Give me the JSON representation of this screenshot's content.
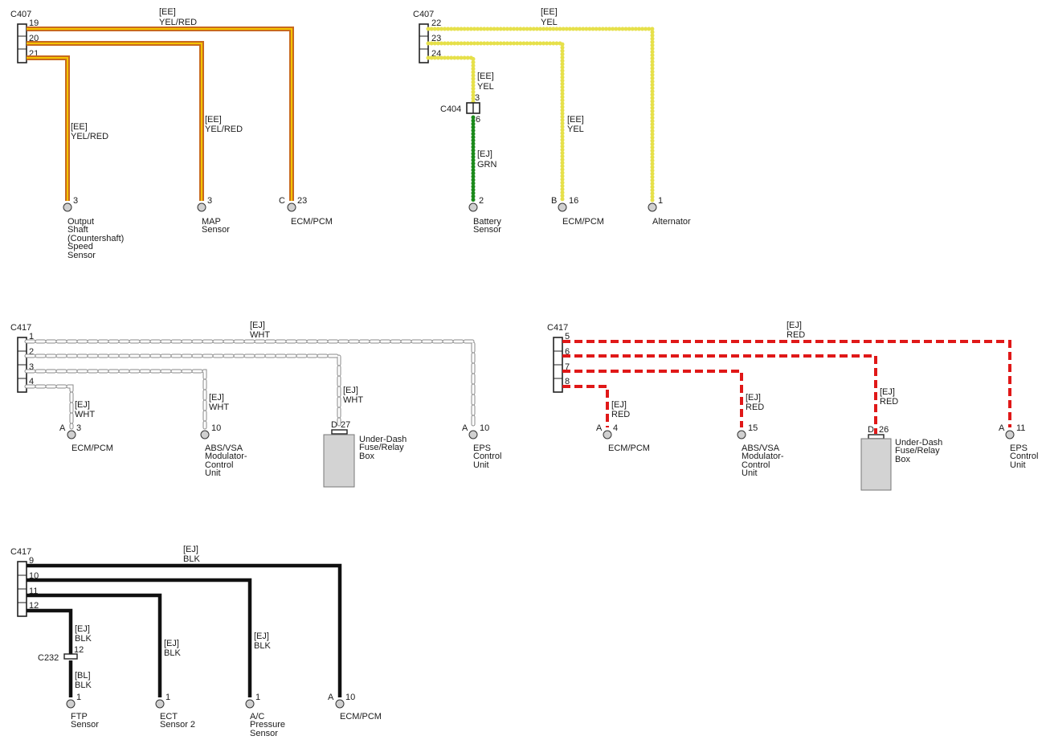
{
  "colors": {
    "yel_red_outer": "#c8691e",
    "yel_red_inner": "#f5c400",
    "yel": "#e6e04a",
    "grn": "#1b8a1b",
    "wht": "#ffffff",
    "red": "#e01818",
    "blk": "#111111"
  },
  "connectors": {
    "c407_a": "C407",
    "c407_b": "C407",
    "c404": "C404",
    "c417_a": "C417",
    "c417_b": "C417",
    "c417_c": "C417",
    "c232": "C232"
  },
  "group_yelred": {
    "bus": {
      "code": "[EE]",
      "color": "YEL/RED"
    },
    "pins": [
      "19",
      "20",
      "21"
    ],
    "drops": [
      {
        "code": "[EE]",
        "color": "YEL/RED",
        "pin_prefix": "",
        "pin": "3",
        "lines": [
          "Output",
          "Shaft",
          "(Countershaft)",
          "Speed",
          "Sensor"
        ]
      },
      {
        "code": "[EE]",
        "color": "YEL/RED",
        "pin_prefix": "",
        "pin": "3",
        "lines": [
          "MAP",
          "Sensor"
        ]
      },
      {
        "code": "",
        "color": "",
        "pin_prefix": "C",
        "pin": "23",
        "lines": [
          "ECM/PCM"
        ]
      }
    ]
  },
  "group_yel": {
    "bus": {
      "code": "[EE]",
      "color": "YEL"
    },
    "pins": [
      "22",
      "23",
      "24"
    ],
    "drops": [
      {
        "code": "[EE]",
        "color": "YEL",
        "pin_prefix": "",
        "pin": "2",
        "lines": [
          "Battery",
          "Sensor"
        ],
        "inline_pin_top": "3",
        "inline_pin_bottom": "6",
        "code2": "[EJ]",
        "color2": "GRN"
      },
      {
        "code": "[EE]",
        "color": "YEL",
        "pin_prefix": "B",
        "pin": "16",
        "lines": [
          "ECM/PCM"
        ]
      },
      {
        "code": "",
        "color": "",
        "pin_prefix": "",
        "pin": "1",
        "lines": [
          "Alternator"
        ]
      }
    ]
  },
  "group_wht": {
    "bus": {
      "code": "[EJ]",
      "color": "WHT"
    },
    "pins": [
      "1",
      "2",
      "3",
      "4"
    ],
    "drops": [
      {
        "code": "[EJ]",
        "color": "WHT",
        "pin_prefix": "A",
        "pin": "3",
        "lines": [
          "ECM/PCM"
        ]
      },
      {
        "code": "[EJ]",
        "color": "WHT",
        "pin_prefix": "",
        "pin": "10",
        "lines": [
          "ABS/VSA",
          "Modulator-",
          "Control",
          "Unit"
        ]
      },
      {
        "code": "[EJ]",
        "color": "WHT",
        "pin_prefix": "D",
        "pin": "27",
        "lines": [
          "Under-Dash",
          "Fuse/Relay",
          "Box"
        ]
      },
      {
        "code": "",
        "color": "",
        "pin_prefix": "A",
        "pin": "10",
        "lines": [
          "EPS",
          "Control",
          "Unit"
        ]
      }
    ]
  },
  "group_red": {
    "bus": {
      "code": "[EJ]",
      "color": "RED"
    },
    "pins": [
      "5",
      "6",
      "7",
      "8"
    ],
    "drops": [
      {
        "code": "[EJ]",
        "color": "RED",
        "pin_prefix": "A",
        "pin": "4",
        "lines": [
          "ECM/PCM"
        ]
      },
      {
        "code": "[EJ]",
        "color": "RED",
        "pin_prefix": "",
        "pin": "15",
        "lines": [
          "ABS/VSA",
          "Modulator-",
          "Control",
          "Unit"
        ]
      },
      {
        "code": "[EJ]",
        "color": "RED",
        "pin_prefix": "D",
        "pin": "26",
        "lines": [
          "Under-Dash",
          "Fuse/Relay",
          "Box"
        ]
      },
      {
        "code": "",
        "color": "",
        "pin_prefix": "A",
        "pin": "11",
        "lines": [
          "EPS",
          "Control",
          "Unit"
        ]
      }
    ]
  },
  "group_blk": {
    "bus": {
      "code": "[EJ]",
      "color": "BLK"
    },
    "pins": [
      "9",
      "10",
      "11",
      "12"
    ],
    "drops": [
      {
        "code": "[EJ]",
        "color": "BLK",
        "pin_prefix": "",
        "pin": "1",
        "lines": [
          "FTP",
          "Sensor"
        ],
        "inline_pin_top": "12",
        "code2": "[BL]",
        "color2": "BLK"
      },
      {
        "code": "[EJ]",
        "color": "BLK",
        "pin_prefix": "",
        "pin": "1",
        "lines": [
          "ECT",
          "Sensor 2"
        ]
      },
      {
        "code": "[EJ]",
        "color": "BLK",
        "pin_prefix": "",
        "pin": "1",
        "lines": [
          "A/C",
          "Pressure",
          "Sensor"
        ]
      },
      {
        "code": "",
        "color": "",
        "pin_prefix": "A",
        "pin": "10",
        "lines": [
          "ECM/PCM"
        ]
      }
    ]
  }
}
